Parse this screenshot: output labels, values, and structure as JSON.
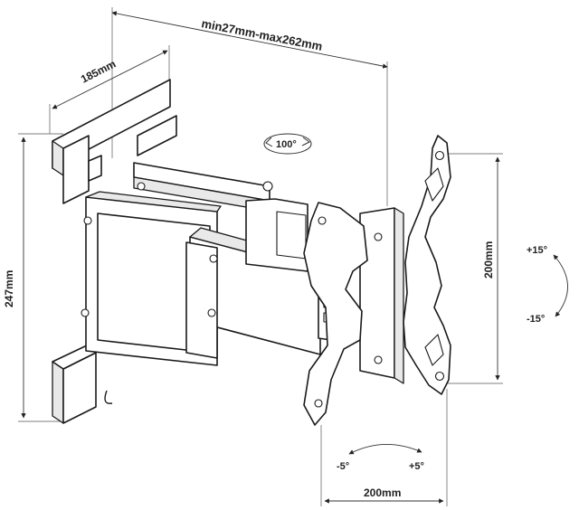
{
  "dimensions": {
    "arm_extension": "min27mm-max262mm",
    "wall_plate_depth": "185mm",
    "wall_plate_height": "247mm",
    "vesa_vertical": "200mm",
    "vesa_horizontal": "200mm"
  },
  "angles": {
    "swivel": "100°",
    "tilt_up": "+15°",
    "tilt_down": "-15°",
    "rotate_left": "-5°",
    "rotate_right": "+5°"
  }
}
